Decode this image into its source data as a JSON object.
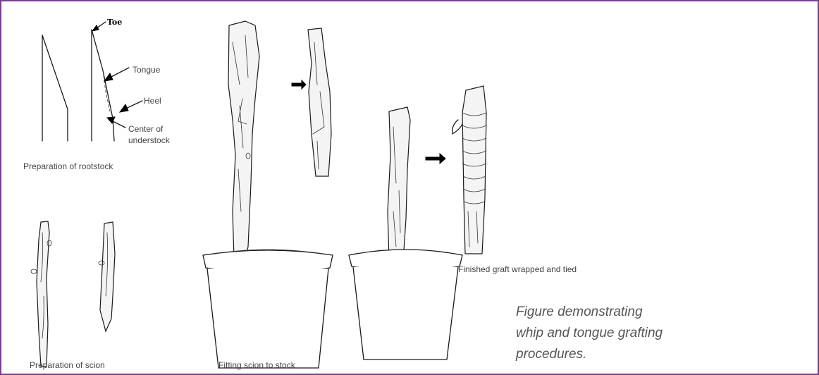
{
  "labels": {
    "toe": "Toe",
    "tongue": "Tongue",
    "heel": "Heel",
    "center_line1": "Center of",
    "center_line2": "understock",
    "prep_rootstock": "Preparation of rootstock",
    "prep_scion": "Preparation of scion",
    "fitting": "Fitting scion to stock",
    "finished": "Finished graft wrapped and tied"
  },
  "caption": {
    "line1": "Figure demonstrating",
    "line2": "whip and tongue grafting",
    "line3": "procedures."
  },
  "colors": {
    "frame": "#7a3f8f",
    "caption_text": "#555555",
    "label_text": "#444444"
  }
}
